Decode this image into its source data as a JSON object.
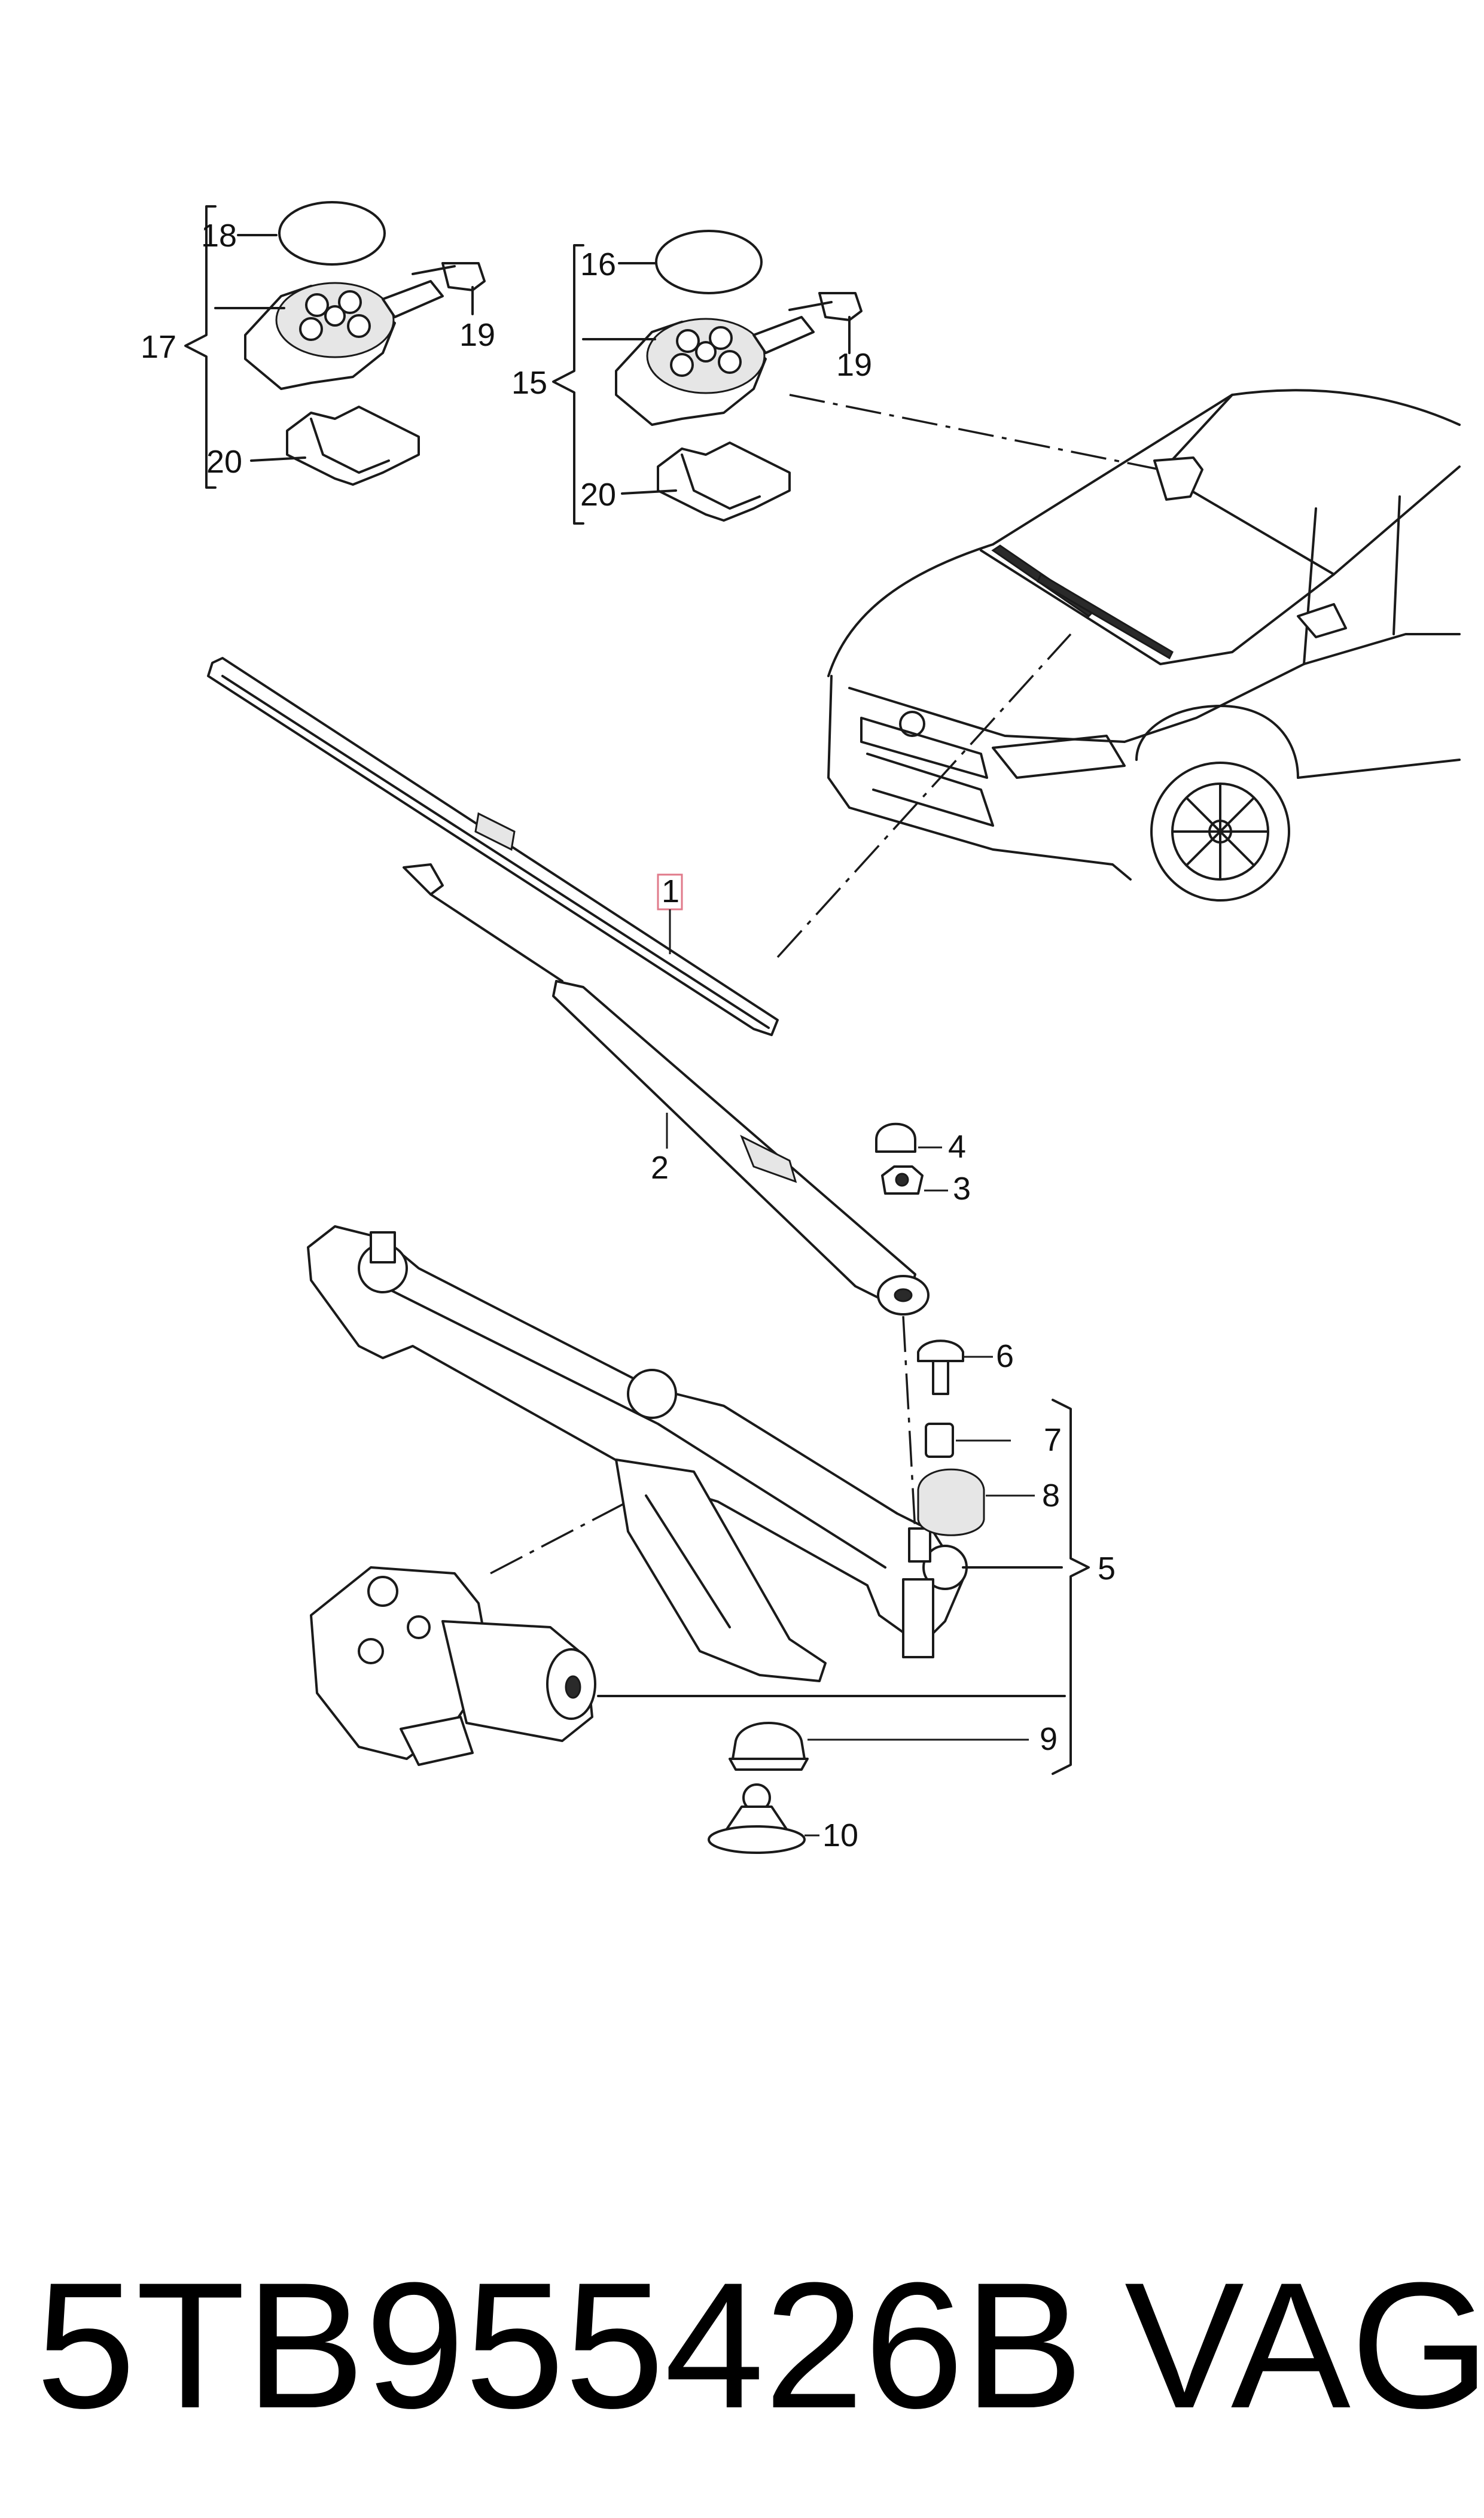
{
  "callouts": {
    "c1": "1",
    "c2": "2",
    "c3": "3",
    "c4": "4",
    "c5": "5",
    "c6": "6",
    "c7": "7",
    "c8": "8",
    "c9": "9",
    "c10": "10",
    "c15": "15",
    "c16": "16",
    "c17": "17",
    "c18": "18",
    "c19a": "19",
    "c19b": "19",
    "c20a": "20",
    "c20b": "20"
  },
  "caption": {
    "part_number": "5TB955426B",
    "brand": "VAG"
  },
  "colors": {
    "line": "#1a1a1a",
    "highlight_box": "#e07a8a",
    "background": "#ffffff"
  }
}
